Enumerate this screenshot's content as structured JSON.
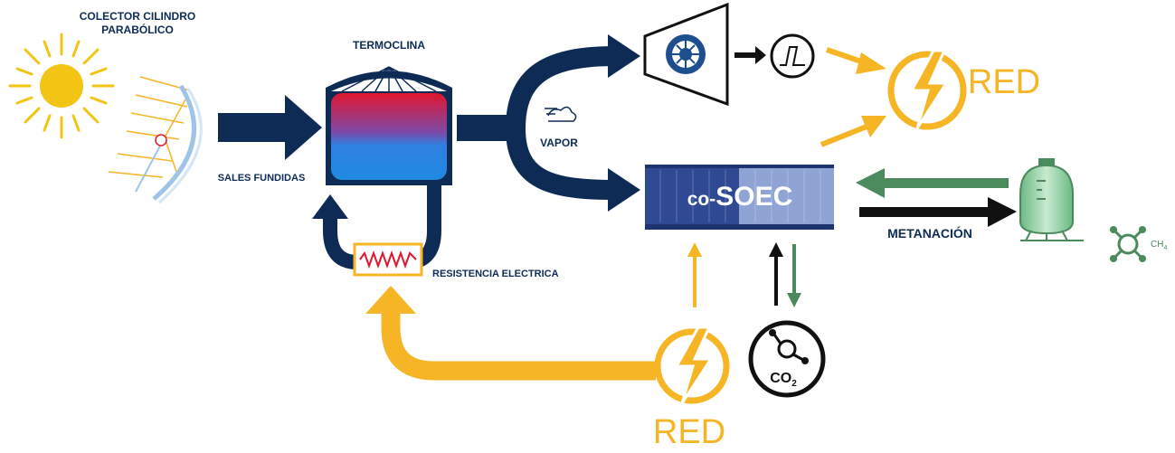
{
  "labels": {
    "collector_line1": "COLECTOR CILINDRO",
    "collector_line2": "PARABÓLICO",
    "molten_salts": "SALES FUNDIDAS",
    "thermocline": "TERMOCLINA",
    "resistance": "RESISTENCIA ELECTRICA",
    "steam": "VAPOR",
    "soec_prefix": "co-",
    "soec_main": "SOEC",
    "methanation": "METANACIÓN",
    "grid_top": "RED",
    "grid_bottom": "RED",
    "co2_main": "CO",
    "co2_sub": "2",
    "ch4_main": "CH",
    "ch4_sub": "4"
  },
  "icons": {
    "sun": "sun-icon",
    "collector": "parabolic-trough-icon",
    "tank": "thermocline-tank-icon",
    "heater": "electric-resistance-icon",
    "steam": "steam-icon",
    "turbine": "turbine-icon",
    "generator": "generator-icon",
    "grid": "lightning-bolt-icon",
    "soec": "soec-container-icon",
    "methane_tank": "methane-tank-icon",
    "methane": "methane-molecule-icon",
    "co2": "co2-molecule-icon"
  },
  "colors": {
    "navy": "#0d2b55",
    "orange": "#f6b524",
    "sun": "#f2c414",
    "green": "#4a8a5c",
    "light_green": "#a9d9b1",
    "hot": "#e0162f",
    "cold": "#1f8ae0",
    "soec_dark": "#2f4a92",
    "soec_light": "#8fa4d4"
  }
}
